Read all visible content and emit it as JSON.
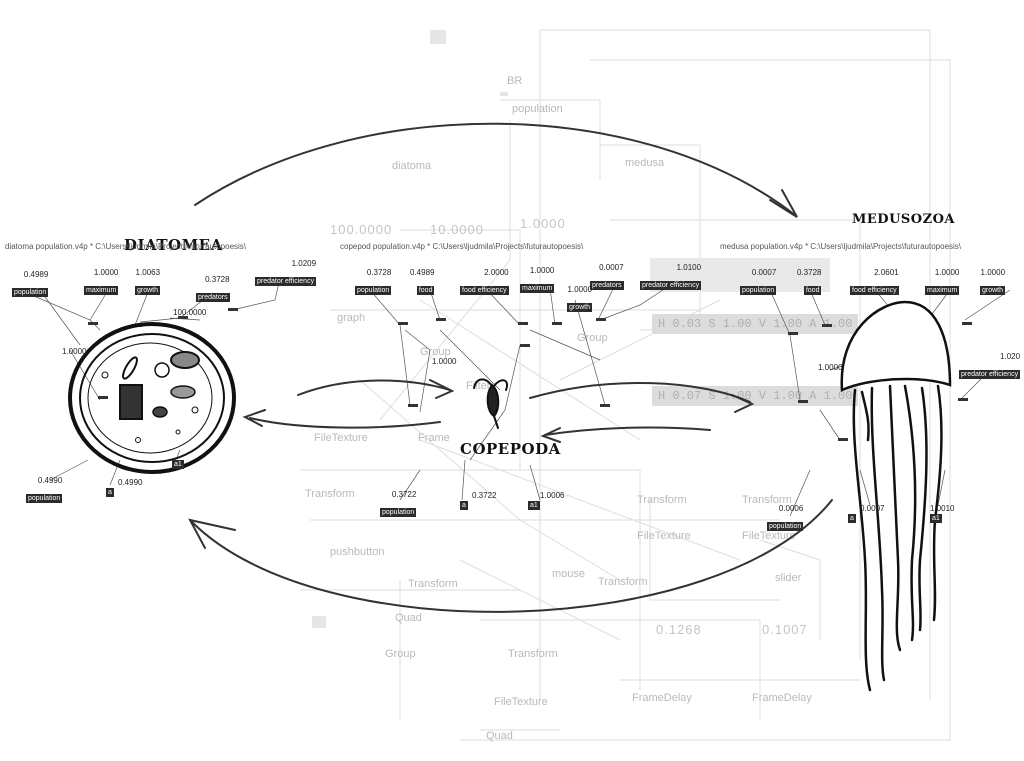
{
  "background": {
    "labels": [
      "BR",
      "population",
      "medusa",
      "diatoma",
      "graph",
      "Group",
      "Group",
      "Filter",
      "FileTexture",
      "Frame",
      "Transform",
      "pushbutton",
      "Transform",
      "Group",
      "Quad",
      "Transform",
      "mouse",
      "Transform",
      "FileTexture",
      "Transform",
      "FileTexture",
      "slider",
      "Transform",
      "FileTexture",
      "Quad",
      "FrameDelay",
      "FrameDelay"
    ],
    "big_values": [
      "100.0000",
      "10.0000",
      "1.0000",
      "0.1268",
      "0.1007"
    ],
    "bars": [
      "H 0.03  S 1.00  V 1.00  A 1.00",
      "H 0.07  S 1.00  V 1.00  A 1.00"
    ]
  },
  "patches": {
    "diatoma": {
      "path": "diatoma population.v4p *   C:\\Users\\ljudmila\\Projects\\futurautopoesis\\",
      "handwritten": "DIATOMEA",
      "nodes": [
        {
          "value": "0.4989",
          "pin": "population"
        },
        {
          "value": "1.0000",
          "pin": "maximum"
        },
        {
          "value": "1.0063",
          "pin": "growth"
        },
        {
          "value": "0.3728",
          "pin": "predators"
        },
        {
          "value": "1.0209",
          "pin": "predator efficiency"
        }
      ],
      "extra_values": [
        "100.0000",
        "1.0000",
        "0.4990",
        "0.4990"
      ],
      "bottom_pins": [
        "population",
        "a",
        "a1"
      ]
    },
    "copepod": {
      "path": "copepod population.v4p *   C:\\Users\\ljudmila\\Projects\\futurautopoesis\\",
      "handwritten": "COPEPODA",
      "nodes": [
        {
          "value": "0.3728",
          "pin": "population"
        },
        {
          "value": "0.4989",
          "pin": "food"
        },
        {
          "value": "2.0000",
          "pin": "food efficiency"
        },
        {
          "value": "1.0000",
          "pin": "maximum"
        },
        {
          "value": "0.0007",
          "pin": "predators"
        },
        {
          "value": "1.0100",
          "pin": "predator efficiency"
        }
      ],
      "extra_values": [
        "1.0000",
        "1.0000",
        "0.3722",
        "0.3722",
        "1.0006"
      ],
      "growth_pin": "growth",
      "bottom_pins": [
        "population",
        "a",
        "a1"
      ]
    },
    "medusa": {
      "path": "medusa population.v4p *   C:\\Users\\ljudmila\\Projects\\futurautopoesis\\",
      "handwritten": "MEDUSOZOA",
      "nodes": [
        {
          "value": "0.0007",
          "pin": "population"
        },
        {
          "value": "0.3728",
          "pin": "food"
        },
        {
          "value": "2.0601",
          "pin": "food efficiency"
        },
        {
          "value": "1.0000",
          "pin": "maximum"
        },
        {
          "value": "1.0000",
          "pin": "growth"
        },
        {
          "value": "1.020",
          "pin": "predator efficiency"
        }
      ],
      "extra_values": [
        "1.0000",
        "0.0006",
        "0.0007",
        "1.0010"
      ],
      "bottom_pins": [
        "population",
        "a",
        "a1"
      ]
    }
  },
  "colors": {
    "ink": "#111111",
    "pin_bg": "#2b2b2b",
    "ghost": "#c4c4c4",
    "wire": "#555555"
  },
  "icons": [
    "diatom-cell-drawing",
    "copepod-drawing",
    "jellyfish-drawing",
    "cycle-arrow"
  ]
}
